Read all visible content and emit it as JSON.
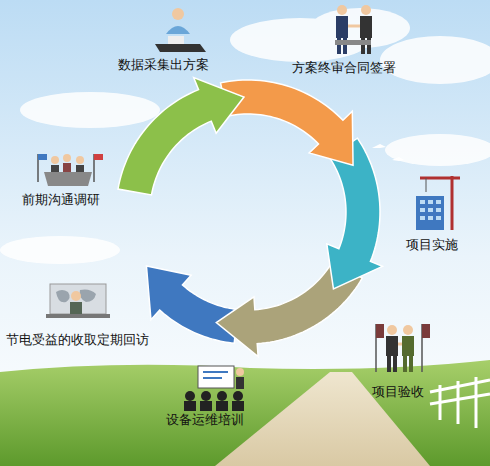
{
  "diagram": {
    "labels": [
      "前期沟通调研",
      "数据采集出方案",
      "方案终审合同签署",
      "项目实施",
      "项目验收",
      "设备运维培训",
      "节电受益的收取定期回访"
    ]
  }
}
